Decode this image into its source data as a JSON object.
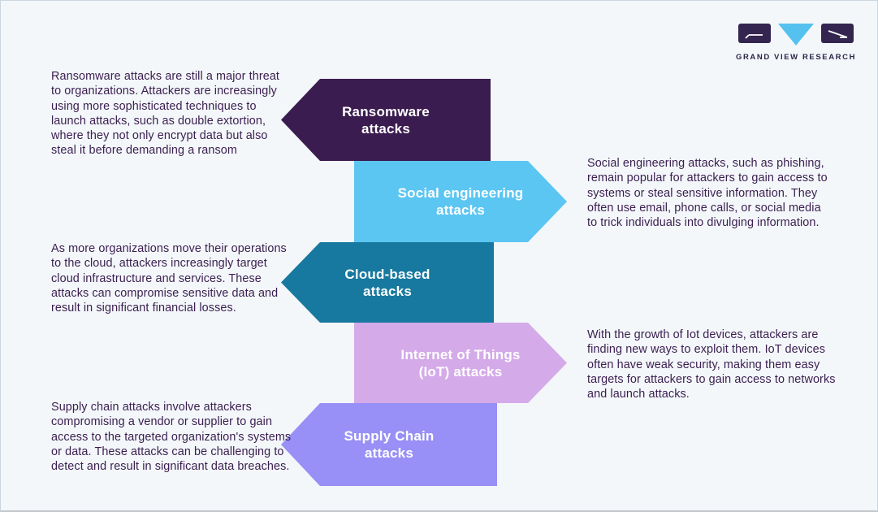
{
  "page": {
    "background_color": "#f3f7fa",
    "border_color": "#ccd5de"
  },
  "logo": {
    "name": "GRAND VIEW RESEARCH",
    "dark_color": "#332550",
    "accent_color": "#55c1ee",
    "text_color": "#2e2549"
  },
  "description_text_color": "#3b1e4f",
  "items": [
    {
      "label": "Ransomware\nattacks",
      "direction": "left",
      "color": "#3b1c50",
      "label_color": "#ffffff",
      "description": "Ransomware attacks are still a major threat to organizations. Attackers are increasingly using more sophisticated techniques to launch attacks, such as double extortion, where they not only encrypt data but also steal it before demanding a ransom"
    },
    {
      "label": "Social engineering\nattacks",
      "direction": "right",
      "color": "#5cc6f2",
      "label_color": "#ffffff",
      "description": "Social engineering attacks, such as phishing, remain popular for attackers to gain access to systems or steal sensitive information. They often use email, phone calls, or social media to trick individuals into divulging information."
    },
    {
      "label": "Cloud-based\nattacks",
      "direction": "left",
      "color": "#17799f",
      "label_color": "#ffffff",
      "description": "As more organizations move their operations to the cloud, attackers increasingly target cloud infrastructure and services. These attacks can compromise sensitive data and result in significant financial losses."
    },
    {
      "label": "Internet of Things\n(IoT) attacks",
      "direction": "right",
      "color": "#d4aae9",
      "label_color": "#ffffff",
      "description": "With the growth of Iot devices, attackers are finding new ways to exploit them. IoT devices often have weak security, making them easy targets for attackers to gain access to networks and launch attacks."
    },
    {
      "label": "Supply Chain\nattacks",
      "direction": "left",
      "color": "#9890f6",
      "label_color": "#ffffff",
      "description": "Supply chain attacks involve attackers compromising a vendor or supplier to gain access to the targeted organization's systems or data. These attacks can be challenging to detect and result in significant data breaches."
    }
  ]
}
